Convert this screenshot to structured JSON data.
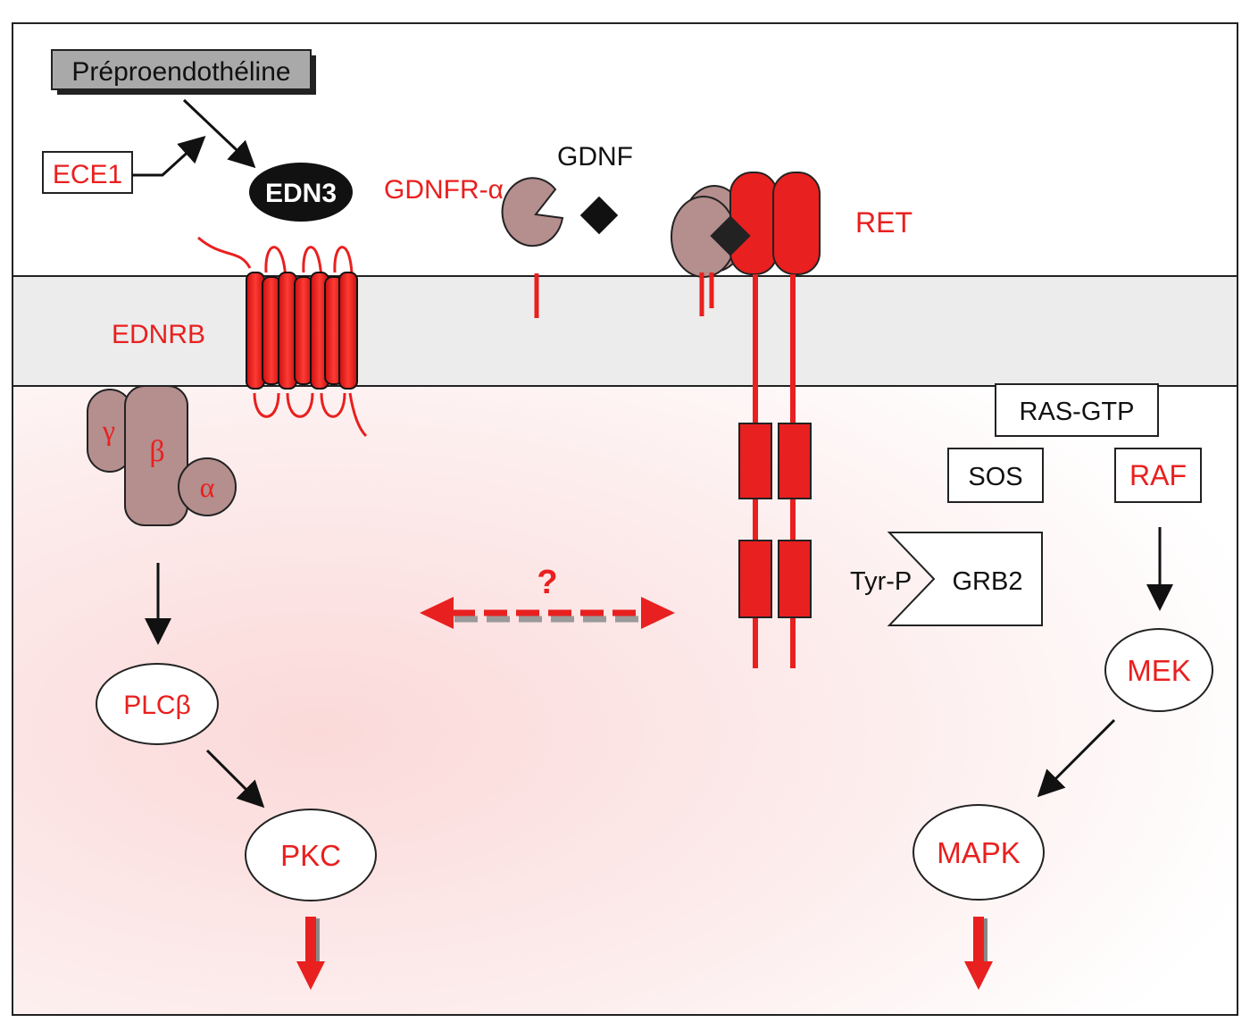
{
  "labels": {
    "preproendothelin": "Prépro­endothéline",
    "ece1": "ECE1",
    "edn3": "EDN3",
    "gdnfr_alpha": "GDNFR-α",
    "gdnf": "GDNF",
    "ret": "RET",
    "ednrb": "EDNRB",
    "gamma": "γ",
    "beta": "β",
    "alpha": "α",
    "ras_gtp": "RAS-GTP",
    "sos": "SOS",
    "raf": "RAF",
    "tyr_p": "Tyr-P",
    "grb2": "GRB2",
    "question": "?",
    "mek": "MEK",
    "plc_beta": "PLCβ",
    "pkc": "PKC",
    "mapk": "MAPK"
  },
  "colors": {
    "red": "#e8201f",
    "black": "#111111",
    "mauve": "#b58e8e",
    "grey_box": "#a9a9a9",
    "membrane": "#ececec",
    "cytoplasm": "#fdeceb"
  }
}
